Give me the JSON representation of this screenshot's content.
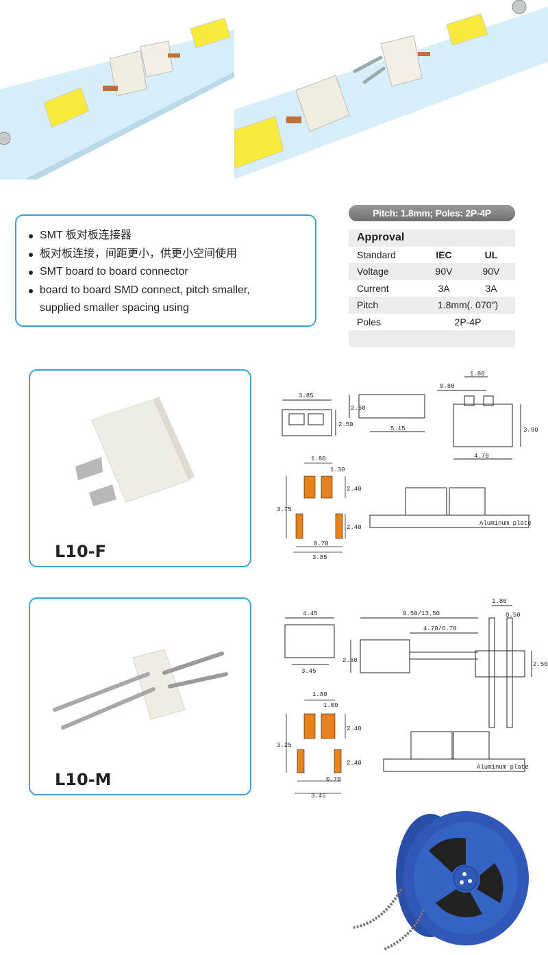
{
  "features": [
    "SMT 板对板连接器",
    "板对板连接，间距更小，供更小空间使用",
    "SMT board to board connector",
    "board to board SMD connect, pitch smaller,",
    "supplied smaller spacing using"
  ],
  "pitch_banner": "Pitch: 1.8mm;  Poles: 2P-4P",
  "spec": {
    "title": "Approval",
    "rows": [
      {
        "label": "Standard",
        "iec": "IEC",
        "ul": "UL"
      },
      {
        "label": "Voltage",
        "iec": "90V",
        "ul": "90V"
      },
      {
        "label": "Current",
        "iec": "3A",
        "ul": "3A"
      }
    ],
    "pitch": {
      "label": "Pitch",
      "value": "1.8mm(. 070\")"
    },
    "poles": {
      "label": "Poles",
      "value": "2P-4P"
    }
  },
  "products": [
    {
      "name": "L10-F"
    },
    {
      "name": "L10-M"
    }
  ],
  "drawings_f": {
    "d1": "3.85",
    "d2": "2.50",
    "d3": "2.60",
    "d4": "5.15",
    "d5": "0.80",
    "d6": "1.80",
    "d7": "3.90",
    "d8": "4.70",
    "d9": "1.80",
    "d10": "1.30",
    "d11": "2.40",
    "d12": "3.75",
    "d13": "2.40",
    "d14": "0.70",
    "d15": "3.85",
    "plate": "Aluminum plate"
  },
  "drawings_m": {
    "d1": "4.45",
    "d2": "3.45",
    "d3": "9.50/13.50",
    "d4": "4.70/6.70",
    "d5": "2.60",
    "d6": "1.80",
    "d7": "0.50",
    "d8": "2.50",
    "d9": "1.80",
    "d10": "1.00",
    "d11": "2.40",
    "d12": "3.25",
    "d13": "2.40",
    "d14": "0.70",
    "d15": "3.45",
    "plate": "Aluminum plate"
  },
  "colors": {
    "accent": "#3aa0dc",
    "pad": "#e8821e",
    "reel": "#2f58b8",
    "led": "#f6e83a"
  }
}
